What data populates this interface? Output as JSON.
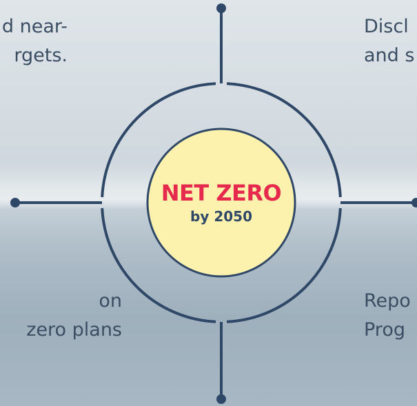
{
  "colors": {
    "ring": "#2f4868",
    "hub_fill": "#fdf1ae",
    "hub_title": "#e52a4d",
    "label_text": "#3a4d63"
  },
  "hub": {
    "title": "NET ZERO",
    "subtitle": "by 2050"
  },
  "labels": {
    "top_left": {
      "line1": "d near-",
      "line2": "rgets."
    },
    "top_right": {
      "line1": "Discl",
      "line2": "and s"
    },
    "bottom_left": {
      "line1": "on",
      "line2": "zero plans"
    },
    "bottom_right": {
      "line1": "Repo",
      "line2": "Prog"
    }
  }
}
